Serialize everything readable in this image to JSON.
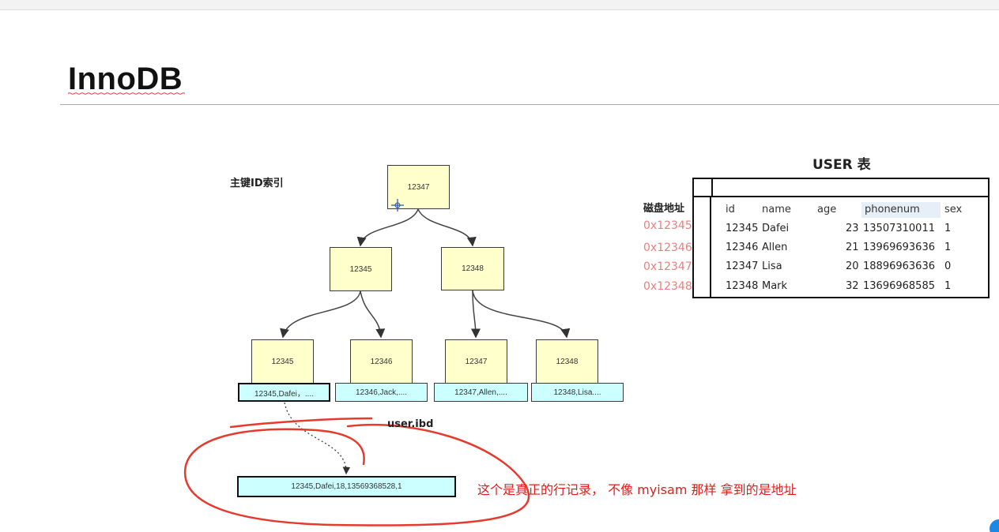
{
  "title": "InnoDB",
  "index_label": "主键ID索引",
  "tree": {
    "root": "12347",
    "internal": [
      "12345",
      "12348"
    ],
    "leaves": [
      "12345",
      "12346",
      "12347",
      "12348"
    ],
    "leaf_data": [
      "12345,Dafei，....",
      "12346,Jack,....",
      "12347,Allen,....",
      "12348,Lisa...."
    ]
  },
  "file_label": "user.ibd",
  "record": "12345,Dafei,18,13569368528,1",
  "note": "这个是真正的行记录， 不像 myisam 那样 拿到的是地址",
  "table": {
    "title": "USER 表",
    "address_label": "磁盘地址",
    "addresses": [
      "0x12345",
      "0x12346",
      "0x12347",
      "0x12348"
    ],
    "columns": [
      "id",
      "name",
      "age",
      "phonenum",
      "sex"
    ],
    "rows": [
      [
        "12345",
        "Dafei",
        "23",
        "13507310011",
        "1"
      ],
      [
        "12346",
        "Allen",
        "21",
        "13969693636",
        "1"
      ],
      [
        "12347",
        "Lisa",
        "20",
        "18896963636",
        "0"
      ],
      [
        "12348",
        "Mark",
        "32",
        "13696968585",
        "1"
      ]
    ]
  },
  "colors": {
    "node_fill": "#ffffcc",
    "leaf_fill": "#ccffff",
    "address": "#f07d7d",
    "annotation": "#e21b1b"
  }
}
